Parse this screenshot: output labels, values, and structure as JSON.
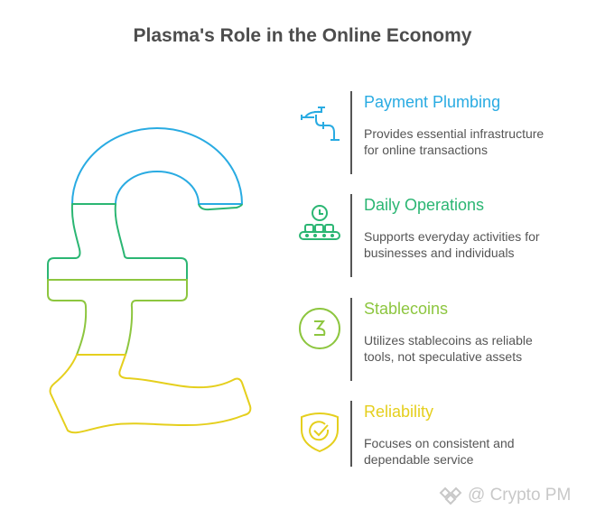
{
  "title": "Plasma's Role in the Online Economy",
  "colors": {
    "blue": "#29abe2",
    "green": "#2bb673",
    "lime": "#8dc63f",
    "yellow": "#e5cf1d"
  },
  "items": [
    {
      "heading": "Payment Plumbing",
      "description": "Provides essential infrastructure for online transactions",
      "icon": "pipe-icon"
    },
    {
      "heading": "Daily Operations",
      "description": "Supports everyday activities for businesses and individuals",
      "icon": "conveyor-clock-icon"
    },
    {
      "heading": "Stablecoins",
      "description": "Utilizes stablecoins as reliable tools, not speculative assets",
      "icon": "stablecoin-icon"
    },
    {
      "heading": "Reliability",
      "description": "Focuses on consistent and dependable service",
      "icon": "shield-check-icon"
    }
  ],
  "watermark": "@ Crypto PM"
}
